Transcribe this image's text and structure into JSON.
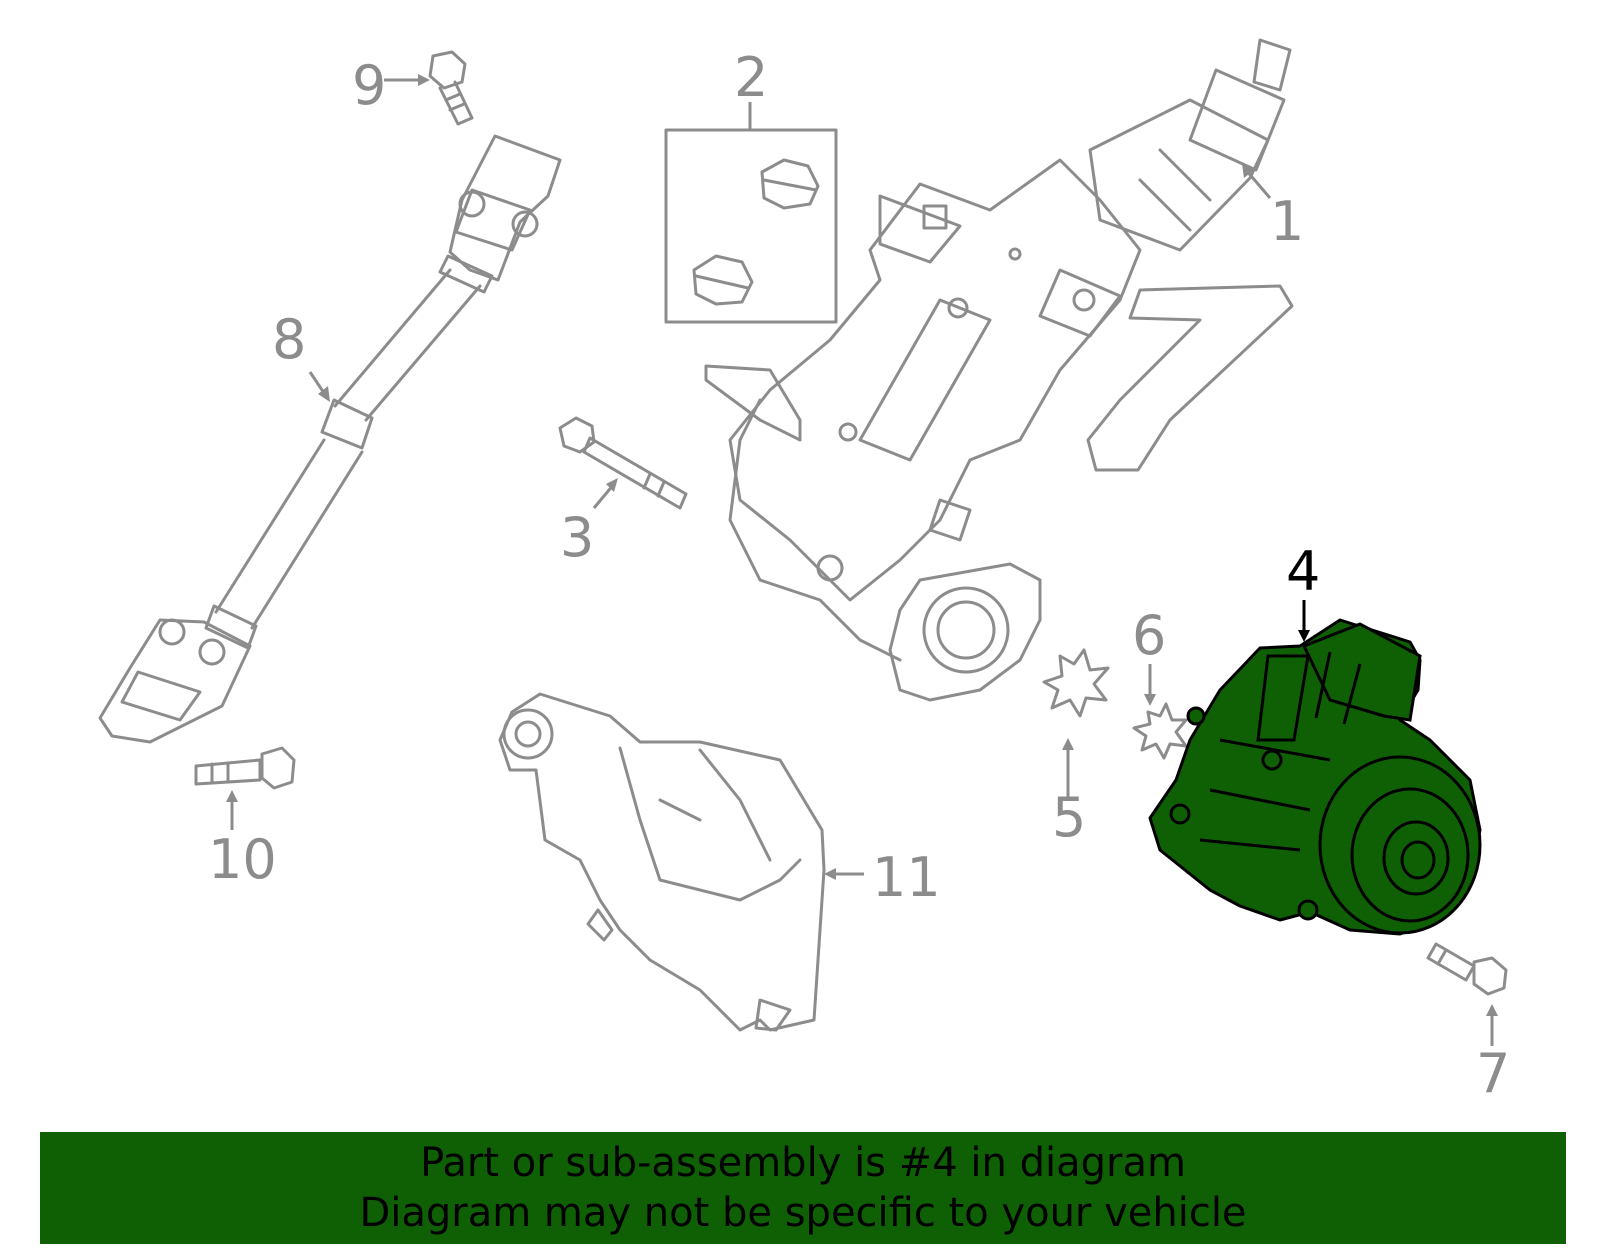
{
  "callouts": {
    "c1": "1",
    "c2": "2",
    "c3": "3",
    "c4": "4",
    "c5": "5",
    "c6": "6",
    "c7": "7",
    "c8": "8",
    "c9": "9",
    "c10": "10",
    "c11": "11"
  },
  "highlight": {
    "part": "4",
    "fill_color": "#0f5f05",
    "line_color": "#000000"
  },
  "banner": {
    "line1": "Part or sub-assembly is #4 in diagram",
    "line2": "Diagram may not be specific to your vehicle",
    "background": "#0f5f05"
  }
}
